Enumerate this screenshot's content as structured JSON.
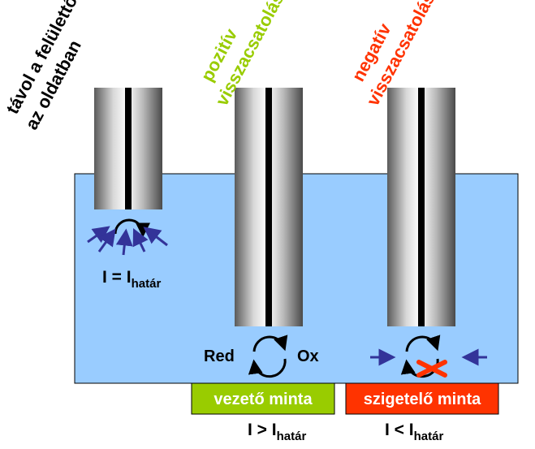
{
  "labels": {
    "far_line1": "távol a felülettől",
    "far_line2": "az oldatban",
    "positive_line1": "pozitív",
    "positive_line2": "visszacsatolás",
    "negative_line1": "negatív",
    "negative_line2": "visszacsatolás"
  },
  "current_far": {
    "main": "I = I",
    "sub": "határ"
  },
  "current_conductive": {
    "main": "I > I",
    "sub": "határ"
  },
  "current_insulating": {
    "main": "I < I",
    "sub": "határ"
  },
  "redox": {
    "red": "Red",
    "ox": "Ox"
  },
  "samples": {
    "conductive": "vezető minta",
    "insulating": "szigetelő minta"
  },
  "colors": {
    "solution": "#99ccff",
    "positive": "#99cc00",
    "negative": "#ff3300",
    "arrow_blue": "#333399",
    "cross": "#ff3300"
  }
}
